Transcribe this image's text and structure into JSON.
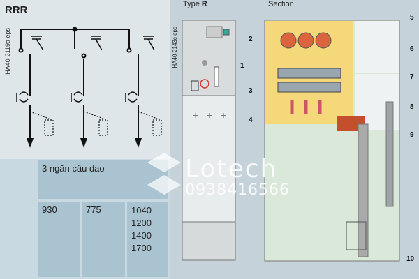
{
  "title": "RRR",
  "diagram_ref": "HA40-2119a eps",
  "table": {
    "header": "3 ngăn cầu dao",
    "width1": "930",
    "width2": "775",
    "heights": [
      "1040",
      "1200",
      "1400",
      "1700"
    ]
  },
  "front_view": {
    "type_prefix": "Type",
    "type_value": "R",
    "ref": "HA40-2143c eps",
    "label": "1"
  },
  "section": {
    "title": "Section",
    "labels": [
      "2",
      "3",
      "4",
      "5",
      "6",
      "7",
      "8",
      "9",
      "10"
    ]
  },
  "watermark": {
    "brand": "Lotech",
    "phone": "0938416566"
  }
}
